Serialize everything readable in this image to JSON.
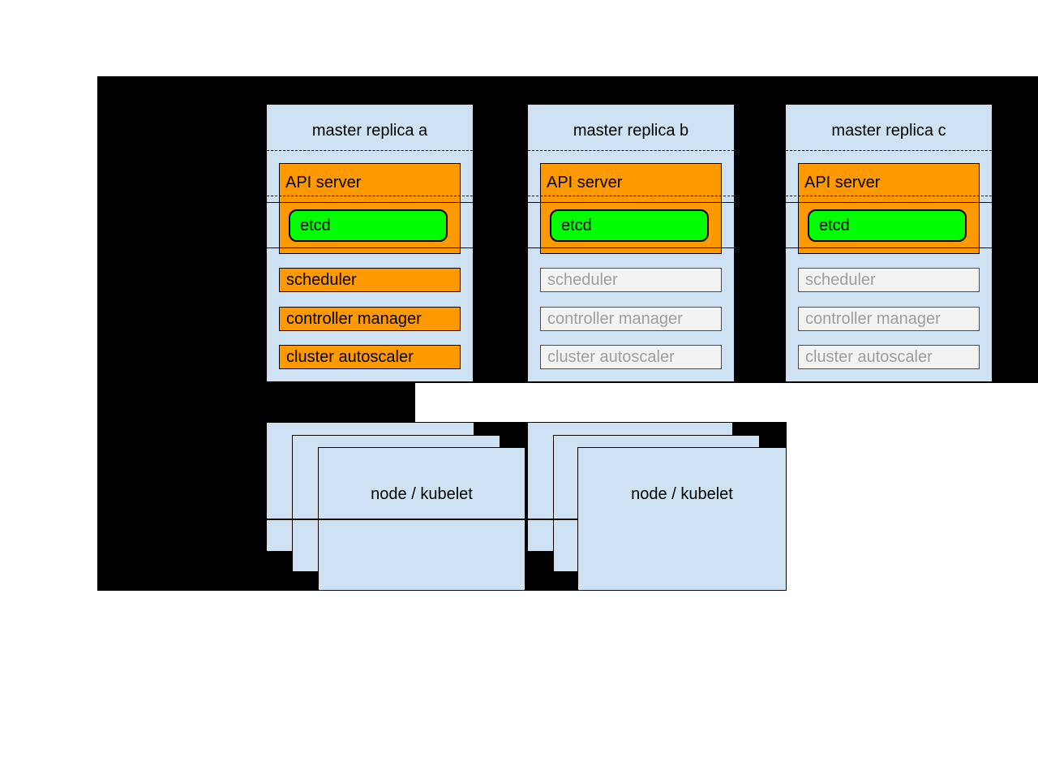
{
  "colors": {
    "canvas_black": "#000000",
    "box_blue": "#cfe2f3",
    "active_orange": "#ff9900",
    "etcd_green": "#00ff00",
    "inactive_fill": "#f3f3f3",
    "inactive_text": "#9e9e9e",
    "inactive_border": "#4d4d4d"
  },
  "masters": [
    {
      "title": "master replica a",
      "state": "active",
      "api_server": "API server",
      "etcd": "etcd",
      "scheduler": "scheduler",
      "controller_manager": "controller manager",
      "cluster_autoscaler": "cluster autoscaler"
    },
    {
      "title": "master replica b",
      "state": "standby",
      "api_server": "API server",
      "etcd": "etcd",
      "scheduler": "scheduler",
      "controller_manager": "controller manager",
      "cluster_autoscaler": "cluster autoscaler"
    },
    {
      "title": "master replica c",
      "state": "standby",
      "api_server": "API server",
      "etcd": "etcd",
      "scheduler": "scheduler",
      "controller_manager": "controller manager",
      "cluster_autoscaler": "cluster autoscaler"
    }
  ],
  "node_stacks": [
    {
      "label": "node / kubelet",
      "layers": 3
    },
    {
      "label": "node / kubelet",
      "layers": 3
    }
  ]
}
